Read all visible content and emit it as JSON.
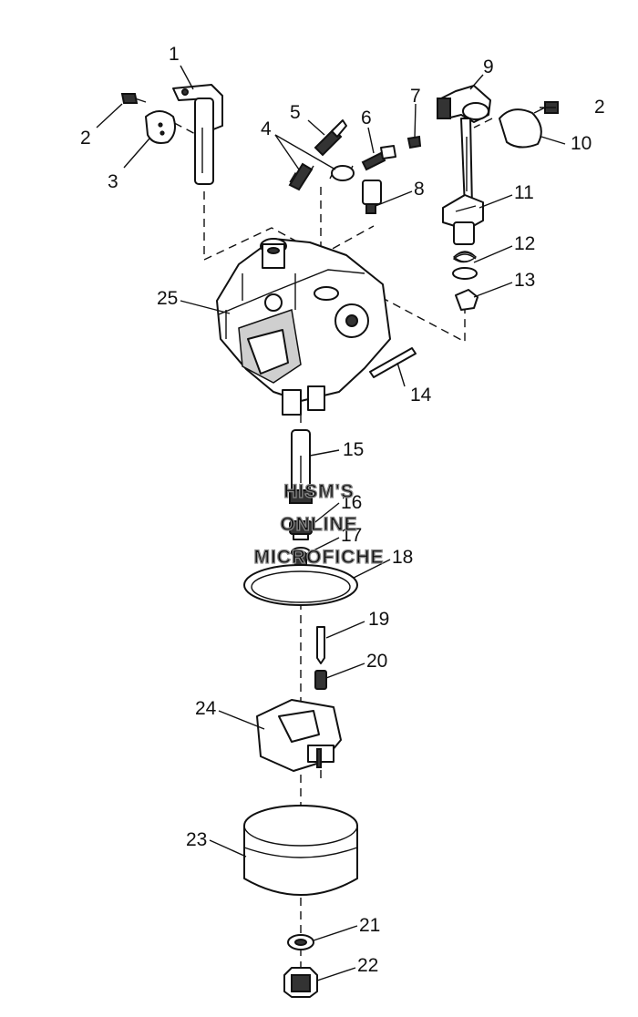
{
  "callouts": [
    {
      "id": "c1",
      "label": "1"
    },
    {
      "id": "c2a",
      "label": "2"
    },
    {
      "id": "c2b",
      "label": "2"
    },
    {
      "id": "c3",
      "label": "3"
    },
    {
      "id": "c4",
      "label": "4"
    },
    {
      "id": "c5",
      "label": "5"
    },
    {
      "id": "c6",
      "label": "6"
    },
    {
      "id": "c7",
      "label": "7"
    },
    {
      "id": "c8",
      "label": "8"
    },
    {
      "id": "c9",
      "label": "9"
    },
    {
      "id": "c10",
      "label": "10"
    },
    {
      "id": "c11",
      "label": "11"
    },
    {
      "id": "c12",
      "label": "12"
    },
    {
      "id": "c13",
      "label": "13"
    },
    {
      "id": "c14",
      "label": "14"
    },
    {
      "id": "c15",
      "label": "15"
    },
    {
      "id": "c16",
      "label": "16"
    },
    {
      "id": "c17",
      "label": "17"
    },
    {
      "id": "c18",
      "label": "18"
    },
    {
      "id": "c19",
      "label": "19"
    },
    {
      "id": "c20",
      "label": "20"
    },
    {
      "id": "c21",
      "label": "21"
    },
    {
      "id": "c22",
      "label": "22"
    },
    {
      "id": "c23",
      "label": "23"
    },
    {
      "id": "c24",
      "label": "24"
    },
    {
      "id": "c25",
      "label": "25"
    }
  ],
  "watermark": {
    "line1": "HISM'S",
    "line2": "ONLINE",
    "line3": "MICROFICHE"
  }
}
